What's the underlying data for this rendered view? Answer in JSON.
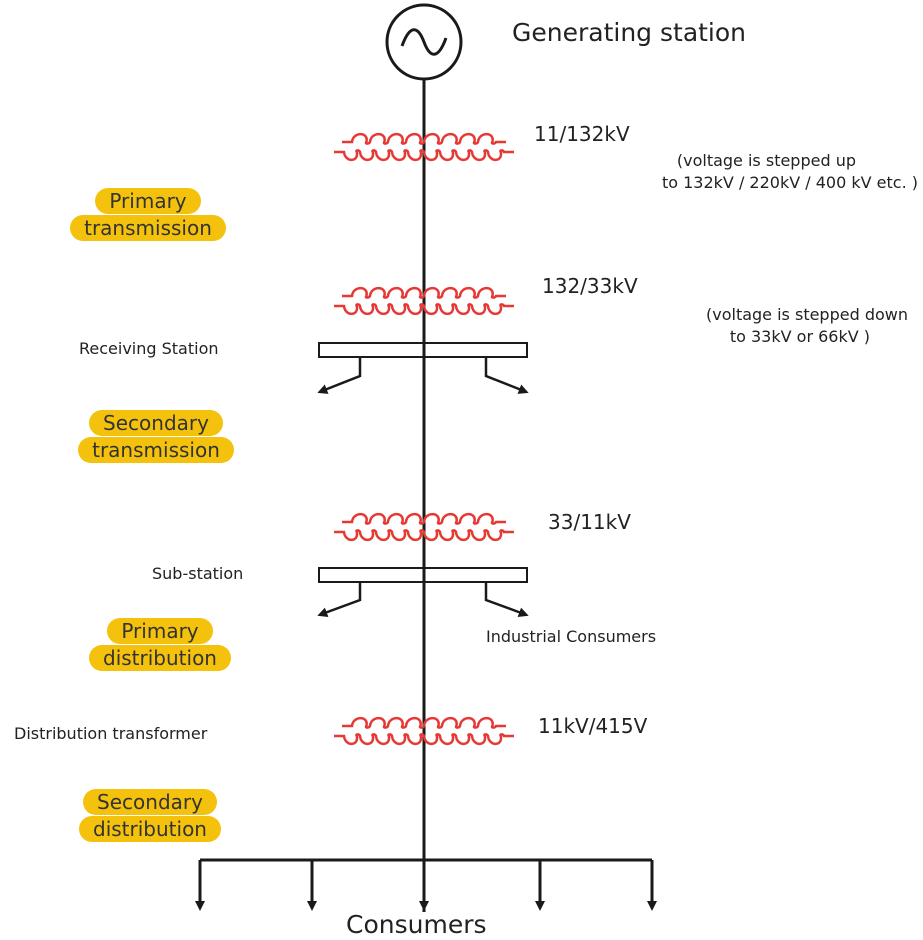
{
  "generating_station": "Generating station",
  "transformers": {
    "step_up": {
      "rating": "11/132kV",
      "note_line1": "(voltage is stepped up",
      "note_line2": "to 132kV / 220kV / 400 kV etc. )"
    },
    "receiving": {
      "rating": "132/33kV",
      "note_line1": "(voltage is stepped down",
      "note_line2": "to 33kV or 66kV )"
    },
    "substation": {
      "rating": "33/11kV"
    },
    "distribution": {
      "rating": "11kV/415V"
    }
  },
  "stations": {
    "receiving_station": "Receiving Station",
    "sub_station": "Sub-station",
    "distribution_transformer": "Distribution transformer",
    "industrial_consumers": "Industrial Consumers",
    "consumers": "Consumers"
  },
  "stages": {
    "primary_transmission": [
      "Primary",
      "transmission"
    ],
    "secondary_transmission": [
      "Secondary",
      "transmission"
    ],
    "primary_distribution": [
      "Primary",
      "distribution"
    ],
    "secondary_distribution": [
      "Secondary",
      "distribution"
    ]
  },
  "colors": {
    "coil": "#e53935",
    "line": "#1a1a1a",
    "badge": "#f4c20d"
  }
}
